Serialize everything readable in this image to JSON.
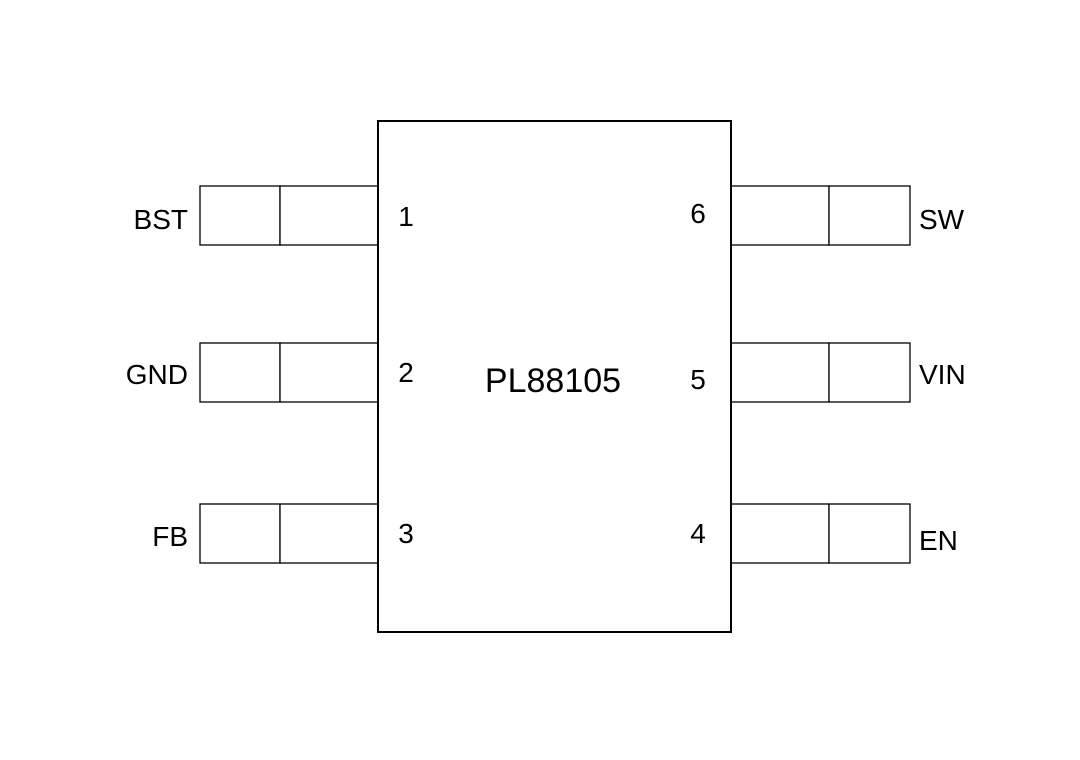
{
  "chip": {
    "part_number": "PL88105"
  },
  "pins": [
    {
      "number": "1",
      "name": "BST"
    },
    {
      "number": "2",
      "name": "GND"
    },
    {
      "number": "3",
      "name": "FB"
    },
    {
      "number": "4",
      "name": "EN"
    },
    {
      "number": "5",
      "name": "VIN"
    },
    {
      "number": "6",
      "name": "SW"
    }
  ],
  "colors": {
    "stroke": "#000000",
    "background": "#ffffff"
  }
}
